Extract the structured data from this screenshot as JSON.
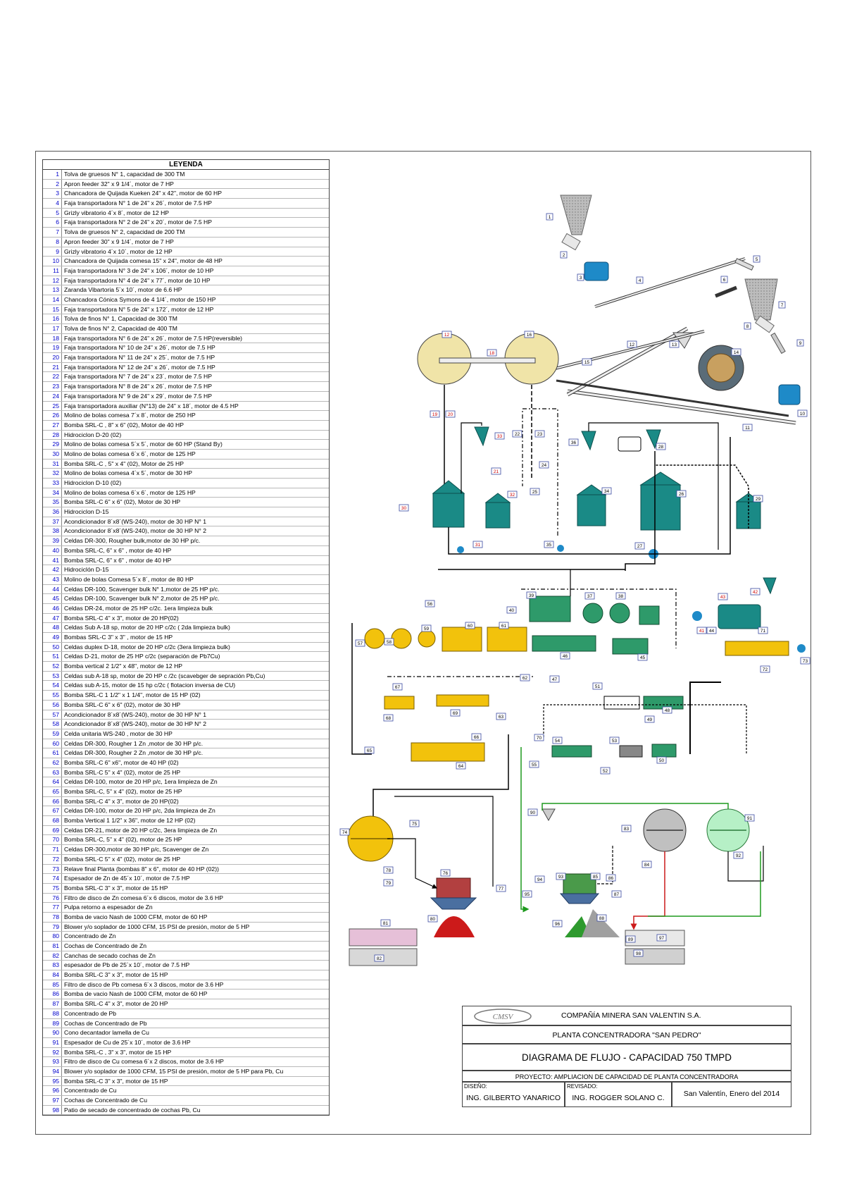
{
  "legend": {
    "title": "LEYENDA",
    "items": [
      {
        "n": "1",
        "t": "Tolva de gruesos N° 1, capacidad de 300 TM"
      },
      {
        "n": "2",
        "t": "Apron feeder 32\" x  9 1/4´, motor de 7 HP"
      },
      {
        "n": "3",
        "t": "Chancadora de Quijada Kueken 24\" x 42\", motor de 60 HP"
      },
      {
        "n": "4",
        "t": "Faja transportadora N° 1  de 24\" x 26´, motor de  7.5 HP"
      },
      {
        "n": "5",
        "t": "Grizly vibratorio 4´x 8´, motor de 12 HP"
      },
      {
        "n": "6",
        "t": "Faja transportadora N° 2  de 24\" x 20´, motor de  7.5 HP"
      },
      {
        "n": "7",
        "t": "Tolva de gruesos N° 2, capacidad de 200 TM"
      },
      {
        "n": "8",
        "t": "Apron feeder 30\" x  9 1/4´, motor de 7 HP"
      },
      {
        "n": "9",
        "t": "Grizly vibratorio 4´x 10´, motor de 12 HP"
      },
      {
        "n": "10",
        "t": "Chancadora de Quijada comesa 15\" x 24\", motor de 48 HP"
      },
      {
        "n": "11",
        "t": "Faja transportadora N° 3 de 24\" x 106´, motor de 10 HP"
      },
      {
        "n": "12",
        "t": "Faja transportadora N° 4 de 24\" x 77´, motor de 10 HP"
      },
      {
        "n": "13",
        "t": "Zaranda Vibartoria 5´x 10´, motor de 6.6 HP"
      },
      {
        "n": "14",
        "t": "Chancadora Cónica Symons de 4 1/4´, motor de 150 HP"
      },
      {
        "n": "15",
        "t": "Faja transportadora N° 5 de 24\" x 172´, motor de 12 HP"
      },
      {
        "n": "16",
        "t": "Tolva de finos N° 1, Capacidad de 300 TM"
      },
      {
        "n": "17",
        "t": "Tolva de finos N° 2, Capacidad de 400 TM"
      },
      {
        "n": "18",
        "t": "Faja transportadora N° 6 de 24\" x 26´, motor de 7.5 HP(reversible)"
      },
      {
        "n": "19",
        "t": "Faja transportadora N° 10 de 24\" x 26´, motor de 7.5 HP"
      },
      {
        "n": "20",
        "t": "Faja transportadora N° 11 de 24\" x 25´, motor de 7.5 HP"
      },
      {
        "n": "21",
        "t": "Faja transportadora N° 12 de 24\" x 26´, motor de 7.5 HP"
      },
      {
        "n": "22",
        "t": "Faja transportadora N° 7 de 24\" x 23´, motor de 7.5 HP"
      },
      {
        "n": "23",
        "t": "Faja transportadora N° 8 de 24\" x 26´, motor de 7.5 HP"
      },
      {
        "n": "24",
        "t": "Faja transportadora N° 9 de 24\" x 29´, motor de 7.5 HP"
      },
      {
        "n": "25",
        "t": "Faja transportadora auxiliar (N°13)  de 24\" x 18´, motor de 4.5 HP"
      },
      {
        "n": "26",
        "t": "Molino de bolas comesa 7´x 8´, motor de 250 HP"
      },
      {
        "n": "27",
        "t": "Bomba SRL-C , 8\" x 6\" (02), Motor de 40 HP"
      },
      {
        "n": "28",
        "t": "Hidrociclon D-20 (02)"
      },
      {
        "n": "29",
        "t": "Molino de bolas comesa 5´x 5´, motor de  60 HP (Stand By)"
      },
      {
        "n": "30",
        "t": "Molino de bolas comesa 6´x 6´, motor de  125 HP"
      },
      {
        "n": "31",
        "t": "Bomba SRL-C , 5\" x 4\" (02), Motor de 25 HP"
      },
      {
        "n": "32",
        "t": "Molino de bolas comesa 4´x 5´, motor de 30 HP"
      },
      {
        "n": "33",
        "t": "Hidrociclon D-10 (02)"
      },
      {
        "n": "34",
        "t": "Molino de bolas comesa 6´x 6´, motor de  125 HP"
      },
      {
        "n": "35",
        "t": "Bomba SRL-C 6\" x 6\" (02), Motor de 30 HP"
      },
      {
        "n": "36",
        "t": "Hidrociclon D-15"
      },
      {
        "n": "37",
        "t": "Acondicionador  8´x8´(WS-240), motor de 30 HP N° 1"
      },
      {
        "n": "38",
        "t": "Acondicionador  8´x8´(WS-240), motor de 30 HP N° 2"
      },
      {
        "n": "39",
        "t": "Celdas DR-300, Rougher bulk,motor de 30 HP p/c."
      },
      {
        "n": "40",
        "t": "Bomba SRL-C, 6\" x 6\" , motor de 40 HP"
      },
      {
        "n": "41",
        "t": "Bomba SRL-C, 6\" x 6\" , motor de 40 HP"
      },
      {
        "n": "42",
        "t": "Hidrociclón D-15"
      },
      {
        "n": "43",
        "t": "Molino de  bolas Comesa 5´x 8´, motor de  80 HP"
      },
      {
        "n": "44",
        "t": "Celdas DR-100, Scavenger  bulk N° 1,motor de 25 HP p/c."
      },
      {
        "n": "45",
        "t": "Celdas DR-100, Scavenger  bulk N° 2,motor de 25 HP p/c."
      },
      {
        "n": "46",
        "t": "Celdas DR-24, motor de 25 HP c/2c. 1era limpieza bulk"
      },
      {
        "n": "47",
        "t": "Bomba SRL-C 4\" x 3\", motor de 20 HP(02)"
      },
      {
        "n": "48",
        "t": "Celdas Sub A-18 sp, motor de 20 HP c/2c ( 2da limpieza bulk)"
      },
      {
        "n": "49",
        "t": "Bombas SRL-C 3\" x 3\" , motor de 15 HP"
      },
      {
        "n": "50",
        "t": "Celdas duplex D-18, motor de 20 HP c/2c (3era limpieza bulk)"
      },
      {
        "n": "51",
        "t": "Celdas D-21, motor de 25 HP  c/2c (separación de Pb7Cu)"
      },
      {
        "n": "52",
        "t": "Bomba vertical 2 1/2\" x 48\", motor de 12 HP"
      },
      {
        "n": "53",
        "t": "Celdas sub A-18 sp, motor de 20 HP c /2c (scavebger de sepración Pb,Cu)"
      },
      {
        "n": "54",
        "t": "Celdas sub A-15, motor de 15 hp c/2c ( flotacion inversa de CU)"
      },
      {
        "n": "55",
        "t": "Bomba SRL-C 1 1/2\" x 1 1/4\", motor de 15 HP (02)"
      },
      {
        "n": "56",
        "t": "Bomba SRL-C  6\" x 6\" (02), motor de 30 HP"
      },
      {
        "n": "57",
        "t": "Acondicionador  8´x8´(WS-240), motor de 30 HP N° 1"
      },
      {
        "n": "58",
        "t": "Acondicionador  8´x8´(WS-240), motor de 30 HP N° 2"
      },
      {
        "n": "59",
        "t": "Celda unitaria WS-240 , motor de 30 HP"
      },
      {
        "n": "60",
        "t": "Celdas DR-300, Rougher 1  Zn  ,motor de 30 HP p/c."
      },
      {
        "n": "61",
        "t": "Celdas DR-300, Rougher 2  Zn  ,motor de 30 HP p/c."
      },
      {
        "n": "62",
        "t": "Bomba SRL-C 6\" x6\", motor de 40 HP (02)"
      },
      {
        "n": "63",
        "t": "Bomba SRL-C 5\" x 4\" (02), motor de 25 HP"
      },
      {
        "n": "64",
        "t": "Celdas DR-100, motor de 20 HP p/c, 1era limpieza de Zn"
      },
      {
        "n": "65",
        "t": "Bomba SRL-C, 5\" x 4\" (02), motor de 25 HP"
      },
      {
        "n": "66",
        "t": "Bomba SRL-C 4\" x 3\", motor de 20 HP(02)"
      },
      {
        "n": "67",
        "t": "Celdas DR-100, motor de 20 HP p/c, 2da limpieza de Zn"
      },
      {
        "n": "68",
        "t": "Bomba Vertical 1 1/2\" x 36\", motor de 12 HP (02)"
      },
      {
        "n": "69",
        "t": "Celdas DR-21, motor de 20 HP c/2c, 3era limpieza de Zn"
      },
      {
        "n": "70",
        "t": "Bomba SRL-C, 5\" x 4\" (02), motor de 25 HP"
      },
      {
        "n": "71",
        "t": "Celdas DR-300,motor de 30 HP p/c, Scavenger de Zn"
      },
      {
        "n": "72",
        "t": "Bomba SRL-C 5\" x 4\" (02), motor de 25 HP"
      },
      {
        "n": "73",
        "t": "Relave final Planta (bombas 8\" x 6\", motor de 40 HP (02))"
      },
      {
        "n": "74",
        "t": "Espesador de Zn de 45´x 10´, motor de 7.5 HP"
      },
      {
        "n": "75",
        "t": "Bomba SRL-C  3\" x 3\", motor de 15 HP"
      },
      {
        "n": "76",
        "t": "Filtro de disco de Zn comesa 6´x 6 discos, motor de 3.6 HP"
      },
      {
        "n": "77",
        "t": "Pulpa retorno a espesador de Zn"
      },
      {
        "n": "78",
        "t": "Bomba de vacio Nash de 1000 CFM, motor de 60 HP"
      },
      {
        "n": "79",
        "t": "Blower y/o soplador  de  1000 CFM, 15 PSI de presión, motor de  5 HP"
      },
      {
        "n": "80",
        "t": "Concentrado de Zn"
      },
      {
        "n": "81",
        "t": "Cochas de Concentrado de Zn"
      },
      {
        "n": "82",
        "t": "Canchas de secado cochas de Zn"
      },
      {
        "n": "83",
        "t": "espesador de Pb de 25´x 10´, motor de 7.5 HP"
      },
      {
        "n": "84",
        "t": "Bomba SRL-C 3\" x 3\", motor de 15 HP"
      },
      {
        "n": "85",
        "t": "Filtro de disco de Pb comesa 6´x 3 discos, motor de 3.6 HP"
      },
      {
        "n": "86",
        "t": "Bomba de vacio Nash de 1000 CFM, motor de 60 HP"
      },
      {
        "n": "87",
        "t": "Bomba SRL-C 4\" x 3\", motor de 20 HP"
      },
      {
        "n": "88",
        "t": "Concentrado de Pb"
      },
      {
        "n": "89",
        "t": "Cochas de Concentrado de Pb"
      },
      {
        "n": "90",
        "t": "Cono decantador lamella de Cu"
      },
      {
        "n": "91",
        "t": "Espesador de Cu de 25´x 10´, motor de 3.6 HP"
      },
      {
        "n": "92",
        "t": "Bomba SRL-C , 3\" x 3\", motor de 15 HP"
      },
      {
        "n": "93",
        "t": "Filtro de disco de Cu comesa 6´x 2 discos, motor de 3.6 HP"
      },
      {
        "n": "94",
        "t": "Blower y/o soplador  de  1000 CFM, 15 PSI de presión, motor de  5 HP para Pb, Cu"
      },
      {
        "n": "95",
        "t": "Bomba SRL-C 3\" x 3\", motor de 15 HP"
      },
      {
        "n": "96",
        "t": "Concentrado de Cu"
      },
      {
        "n": "97",
        "t": "Cochas  de Concentrado de Cu"
      },
      {
        "n": "98",
        "t": "Patio de secado de concentrado de cochas Pb, Cu"
      }
    ]
  },
  "titleblock": {
    "company": "COMPAÑÍA MINERA SAN VALENTIN S.A.",
    "logo_text": "CMSV",
    "plant": "PLANTA CONCENTRADORA \"SAN PEDRO\"",
    "title": "DIAGRAMA DE FLUJO - CAPACIDAD 750 TMPD",
    "project": "PROYECTO: AMPLIACION DE CAPACIDAD DE PLANTA CONCENTRADORA",
    "design_label": "DISEÑO:",
    "designer": "ING. GILBERTO YANARICO",
    "review_label": "REVISADO:",
    "reviewer": "ING. ROGGER SOLANO C.",
    "date": "San Valentín, Enero del 2014"
  },
  "tags": [
    {
      "n": "1",
      "c": "#000000"
    },
    {
      "n": "2",
      "c": "#000000"
    },
    {
      "n": "3",
      "c": "#000000"
    },
    {
      "n": "4",
      "c": "#000000"
    },
    {
      "n": "5",
      "c": "#000000"
    },
    {
      "n": "6",
      "c": "#000000"
    },
    {
      "n": "7",
      "c": "#000000"
    },
    {
      "n": "8",
      "c": "#000000"
    },
    {
      "n": "9",
      "c": "#000000"
    },
    {
      "n": "10",
      "c": "#000000"
    },
    {
      "n": "11",
      "c": "#000000"
    },
    {
      "n": "12",
      "c": "#000000"
    },
    {
      "n": "13",
      "c": "#000000"
    },
    {
      "n": "14",
      "c": "#000000"
    },
    {
      "n": "15",
      "c": "#000000"
    },
    {
      "n": "16",
      "c": "#000000"
    },
    {
      "n": "12",
      "c": "#cc0000"
    },
    {
      "n": "18",
      "c": "#cc0000"
    },
    {
      "n": "19",
      "c": "#cc0000"
    },
    {
      "n": "20",
      "c": "#cc0000"
    },
    {
      "n": "21",
      "c": "#cc0000"
    },
    {
      "n": "22",
      "c": "#000000"
    },
    {
      "n": "23",
      "c": "#000000"
    },
    {
      "n": "24",
      "c": "#000000"
    },
    {
      "n": "25",
      "c": "#000000"
    },
    {
      "n": "26",
      "c": "#000000"
    },
    {
      "n": "27",
      "c": "#000000"
    },
    {
      "n": "28",
      "c": "#000000"
    },
    {
      "n": "29",
      "c": "#000000"
    },
    {
      "n": "30",
      "c": "#cc0000"
    },
    {
      "n": "31",
      "c": "#cc0000"
    },
    {
      "n": "32",
      "c": "#cc0000"
    },
    {
      "n": "33",
      "c": "#cc0000"
    },
    {
      "n": "34",
      "c": "#000000"
    },
    {
      "n": "35",
      "c": "#000000"
    },
    {
      "n": "36",
      "c": "#000000"
    },
    {
      "n": "37",
      "c": "#000000"
    },
    {
      "n": "38",
      "c": "#000000"
    },
    {
      "n": "39",
      "c": "#000000"
    },
    {
      "n": "40",
      "c": "#000000"
    },
    {
      "n": "41",
      "c": "#cc0000"
    },
    {
      "n": "42",
      "c": "#cc0000"
    },
    {
      "n": "43",
      "c": "#cc0000"
    },
    {
      "n": "44",
      "c": "#000000"
    },
    {
      "n": "45",
      "c": "#000000"
    },
    {
      "n": "46",
      "c": "#000000"
    },
    {
      "n": "47",
      "c": "#000000"
    },
    {
      "n": "48",
      "c": "#000000"
    },
    {
      "n": "49",
      "c": "#000000"
    },
    {
      "n": "50",
      "c": "#000000"
    },
    {
      "n": "51",
      "c": "#000000"
    },
    {
      "n": "52",
      "c": "#000000"
    },
    {
      "n": "53",
      "c": "#000000"
    },
    {
      "n": "54",
      "c": "#000000"
    },
    {
      "n": "55",
      "c": "#000000"
    },
    {
      "n": "56",
      "c": "#000000"
    },
    {
      "n": "57",
      "c": "#000000"
    },
    {
      "n": "58",
      "c": "#000000"
    },
    {
      "n": "59",
      "c": "#000000"
    },
    {
      "n": "60",
      "c": "#000000"
    },
    {
      "n": "61",
      "c": "#000000"
    },
    {
      "n": "62",
      "c": "#000000"
    },
    {
      "n": "63",
      "c": "#000000"
    },
    {
      "n": "64",
      "c": "#000000"
    },
    {
      "n": "65",
      "c": "#000000"
    },
    {
      "n": "66",
      "c": "#000000"
    },
    {
      "n": "67",
      "c": "#000000"
    },
    {
      "n": "68",
      "c": "#000000"
    },
    {
      "n": "69",
      "c": "#000000"
    },
    {
      "n": "70",
      "c": "#000000"
    },
    {
      "n": "71",
      "c": "#000000"
    },
    {
      "n": "72",
      "c": "#000000"
    },
    {
      "n": "73",
      "c": "#000000"
    },
    {
      "n": "74",
      "c": "#000000"
    },
    {
      "n": "75",
      "c": "#000000"
    },
    {
      "n": "76",
      "c": "#000000"
    },
    {
      "n": "77",
      "c": "#000000"
    },
    {
      "n": "78",
      "c": "#000000"
    },
    {
      "n": "79",
      "c": "#000000"
    },
    {
      "n": "80",
      "c": "#000000"
    },
    {
      "n": "81",
      "c": "#000000"
    },
    {
      "n": "82",
      "c": "#000000"
    },
    {
      "n": "83",
      "c": "#000000"
    },
    {
      "n": "84",
      "c": "#000000"
    },
    {
      "n": "85",
      "c": "#000000"
    },
    {
      "n": "86",
      "c": "#000000"
    },
    {
      "n": "87",
      "c": "#000000"
    },
    {
      "n": "88",
      "c": "#000000"
    },
    {
      "n": "89",
      "c": "#000000"
    },
    {
      "n": "90",
      "c": "#000000"
    },
    {
      "n": "91",
      "c": "#000000"
    },
    {
      "n": "92",
      "c": "#000000"
    },
    {
      "n": "93",
      "c": "#000000"
    },
    {
      "n": "94",
      "c": "#000000"
    },
    {
      "n": "95",
      "c": "#000000"
    },
    {
      "n": "96",
      "c": "#000000"
    },
    {
      "n": "97",
      "c": "#000000"
    },
    {
      "n": "98",
      "c": "#000000"
    }
  ],
  "colors": {
    "grinding": "#1a8a86",
    "bulk": "#2e9a6a",
    "zinc": "#f2c20c",
    "lead": "#9a9a9a",
    "copper": "#b6f0c6",
    "pipe_green": "#1e9a1e",
    "pipe_red": "#cc1a1a",
    "crusher_blue": "#1e8ac8"
  }
}
